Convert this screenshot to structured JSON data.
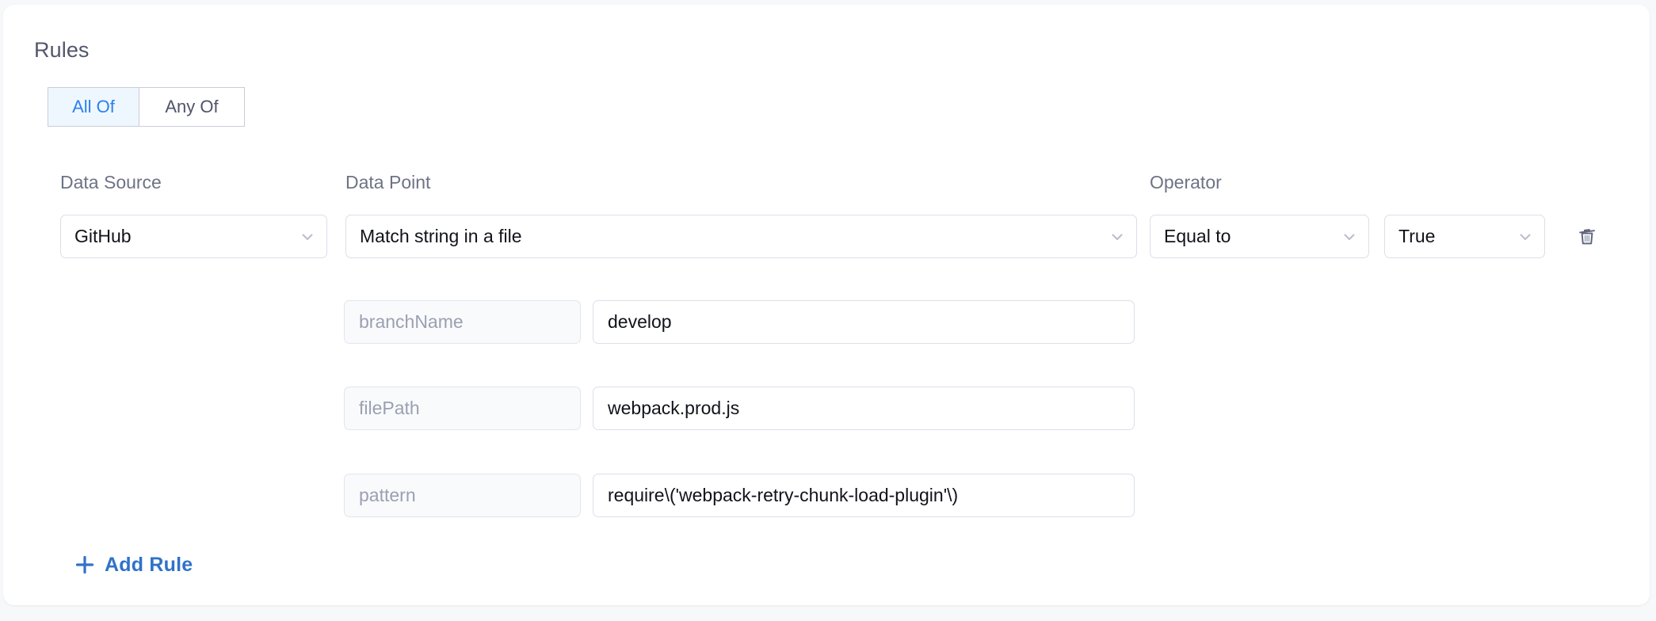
{
  "panel": {
    "title": "Rules"
  },
  "match_toggle": {
    "options": [
      {
        "label": "All Of",
        "active": true
      },
      {
        "label": "Any Of",
        "active": false
      }
    ]
  },
  "columns": {
    "data_source": "Data Source",
    "data_point": "Data Point",
    "operator": "Operator"
  },
  "rule": {
    "data_source": "GitHub",
    "data_point": "Match string in a file",
    "operator": "Equal to",
    "operator_value": "True",
    "delete_icon": "trash-icon",
    "parameters": [
      {
        "key": "branchName",
        "value": "develop"
      },
      {
        "key": "filePath",
        "value": "webpack.prod.js"
      },
      {
        "key": "pattern",
        "value": "require\\('webpack-retry-chunk-load-plugin'\\)"
      }
    ]
  },
  "actions": {
    "add_rule_label": "Add Rule",
    "add_rule_icon": "plus-icon"
  },
  "colors": {
    "accent_blue": "#2f72c9",
    "toggle_active_text": "#2d7ff0",
    "toggle_active_bg": "#eef7fd",
    "label_grey": "#6e7385",
    "placeholder_grey": "#9ba0b2",
    "border_grey": "#dcdfe9",
    "page_bg": "#f7f8fa",
    "card_bg": "#ffffff"
  }
}
